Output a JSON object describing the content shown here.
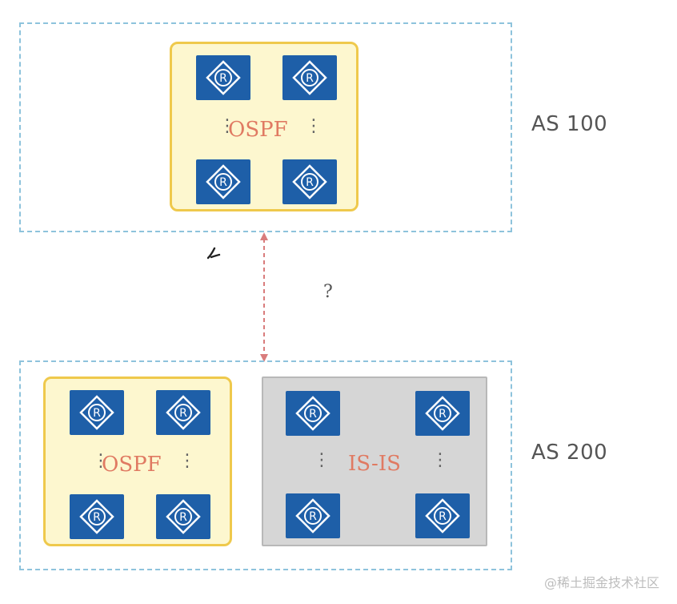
{
  "as_top": {
    "label": "AS 100"
  },
  "as_bottom": {
    "label": "AS 200"
  },
  "domains": {
    "ospf_top": {
      "label": "OSPF"
    },
    "ospf_bottom": {
      "label": "OSPF"
    },
    "isis_bottom": {
      "label": "IS-IS"
    }
  },
  "router_icon": {
    "letter": "R",
    "color": "#1e5fa8"
  },
  "link": {
    "label": "?",
    "color": "#d97c7c"
  },
  "ellipsis": "⋮",
  "watermark": "@稀土掘金技术社区",
  "colors": {
    "as_border": "#8ec3dc",
    "ospf_fill": "#fdf7cf",
    "ospf_border": "#efc94c",
    "isis_fill": "#d6d6d6",
    "domain_label": "#e07a62"
  }
}
